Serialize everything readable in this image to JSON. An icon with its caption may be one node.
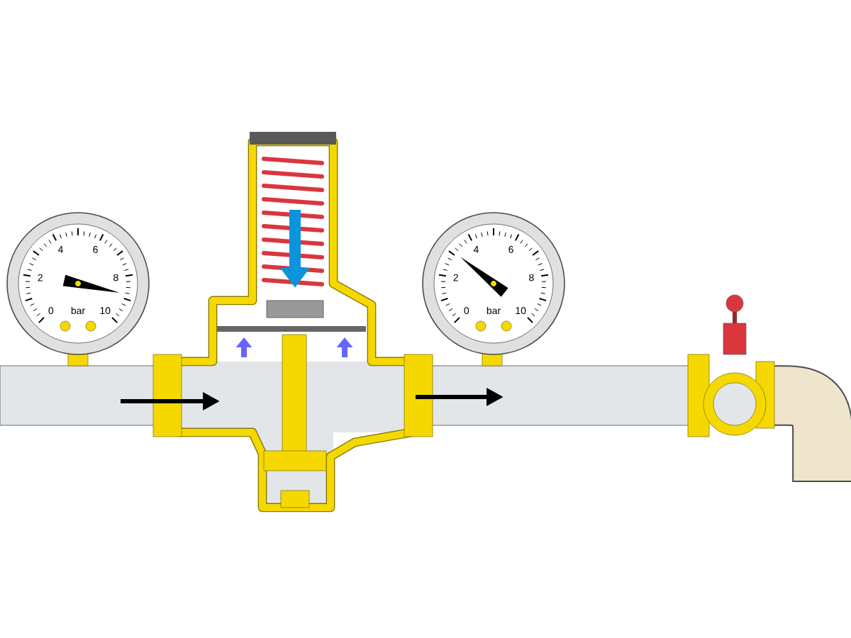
{
  "diagram": {
    "labels": [
      "0",
      "2",
      "4",
      "6",
      "8",
      "10",
      "bar",
      "0",
      "2",
      "4",
      "6",
      "8",
      "10",
      "bar"
    ]
  }
}
